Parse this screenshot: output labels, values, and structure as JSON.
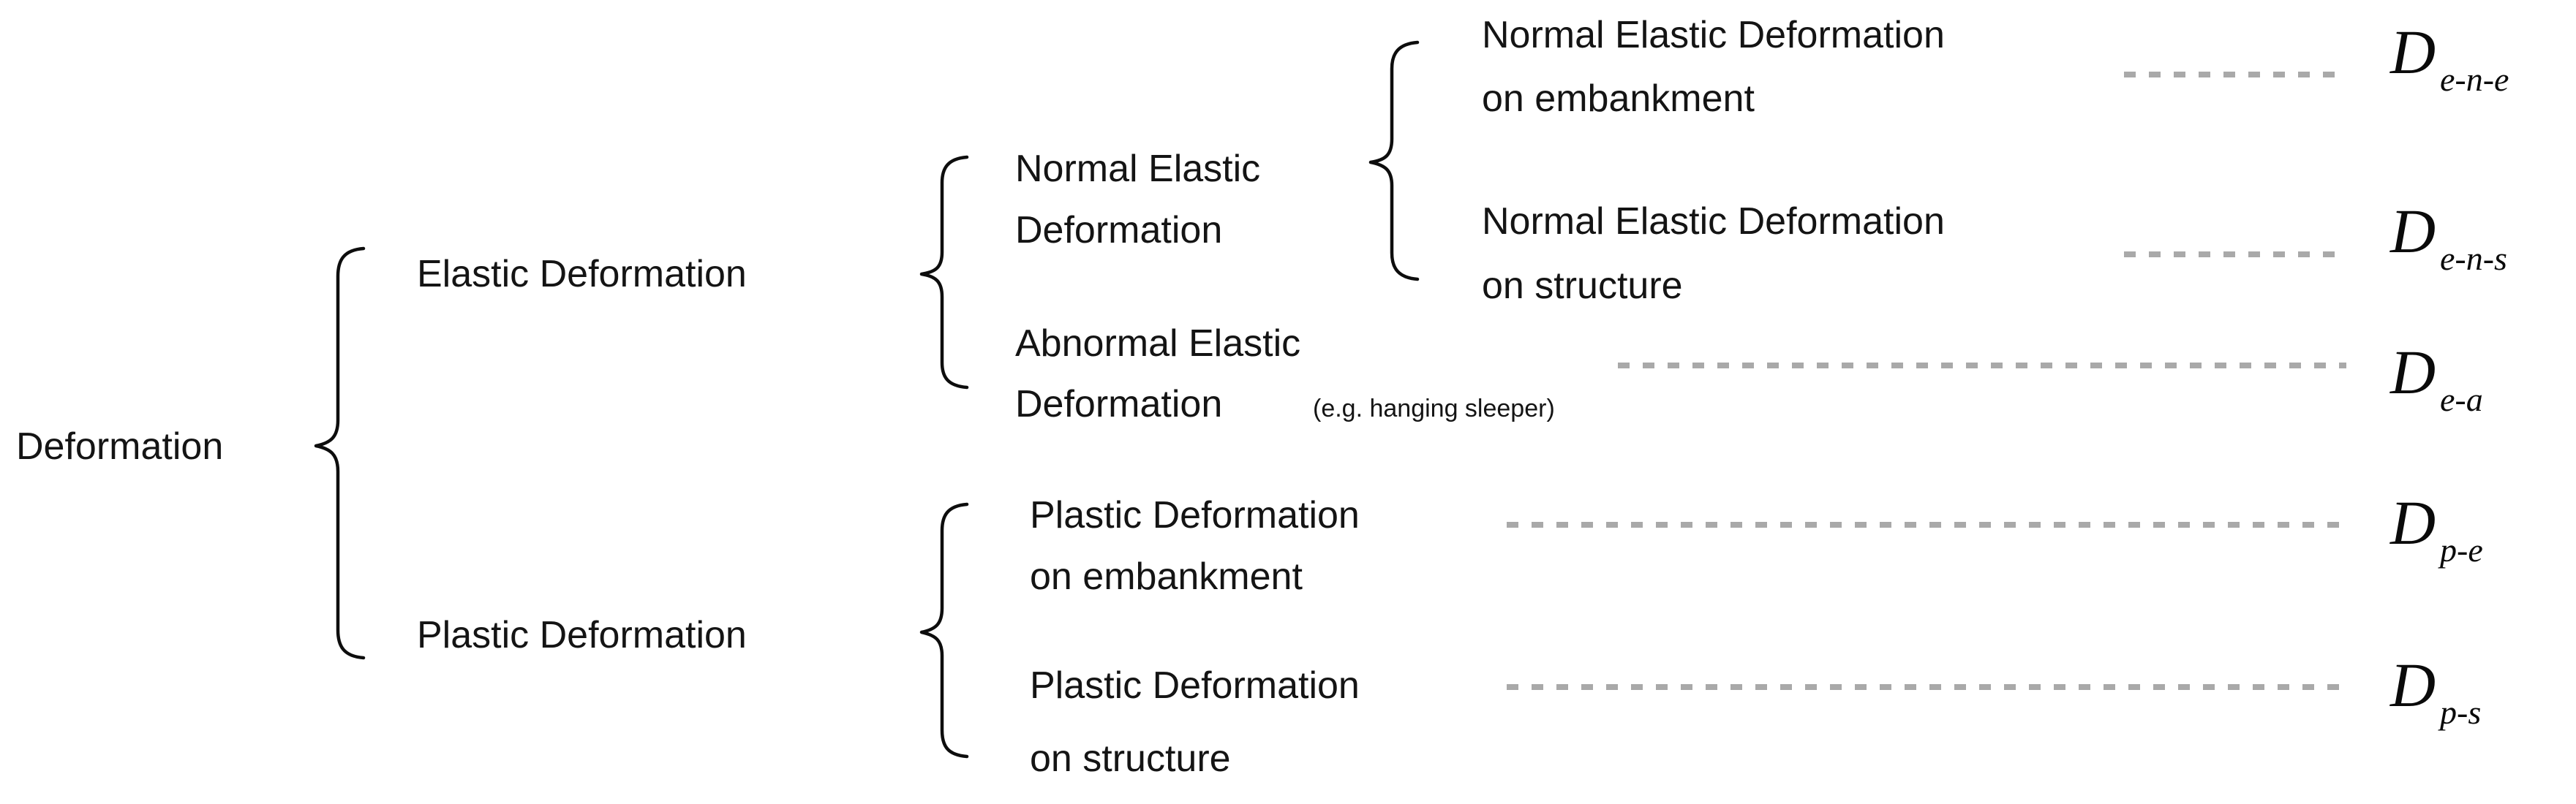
{
  "diagram": {
    "title": "Deformation classification tree",
    "type": "hierarchical-bracket-tree",
    "colors": {
      "text": "#141414",
      "brace": "#0d0d0d",
      "leader": "#a9a9a9",
      "symbol": "#0a0a0a",
      "background": "#ffffff"
    },
    "root": {
      "label": "Deformation"
    },
    "level2": {
      "elastic": {
        "label": "Elastic Deformation"
      },
      "plastic": {
        "label": "Plastic Deformation"
      }
    },
    "level3": {
      "normal_elastic": {
        "line1": "Normal Elastic",
        "line2": "Deformation"
      },
      "abnormal_elastic": {
        "line1": "Abnormal Elastic",
        "line2": "Deformation",
        "note": "(e.g. hanging sleeper)"
      },
      "plastic_embankment": {
        "line1": "Plastic Deformation",
        "line2": "on embankment"
      },
      "plastic_structure": {
        "line1": "Plastic Deformation",
        "line2": "on structure"
      }
    },
    "level4": {
      "normal_elastic_embankment": {
        "line1": "Normal Elastic Deformation",
        "line2": "on embankment"
      },
      "normal_elastic_structure": {
        "line1": "Normal Elastic Deformation",
        "line2": "on structure"
      }
    },
    "symbols": [
      {
        "id": "d-e-n-e",
        "base": "D",
        "subscript": "e-n-e"
      },
      {
        "id": "d-e-n-s",
        "base": "D",
        "subscript": "e-n-s"
      },
      {
        "id": "d-e-a",
        "base": "D",
        "subscript": "e-a"
      },
      {
        "id": "d-p-e",
        "base": "D",
        "subscript": "p-e"
      },
      {
        "id": "d-p-s",
        "base": "D",
        "subscript": "p-s"
      }
    ]
  }
}
